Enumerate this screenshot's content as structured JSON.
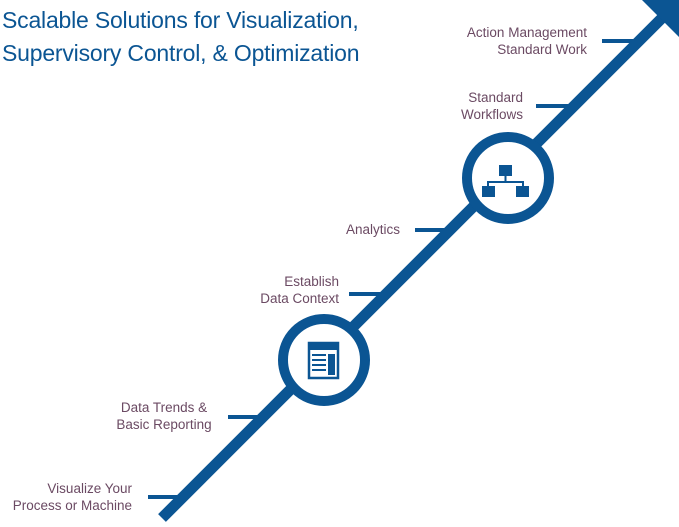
{
  "title": {
    "line1": "Scalable Solutions for Visualization,",
    "line2": "Supervisory Control, & Optimization"
  },
  "colors": {
    "primary": "#0b5593",
    "label": "#6b4a63",
    "background": "#ffffff"
  },
  "steps": [
    {
      "lines": [
        "Visualize Your",
        "Process or Machine"
      ]
    },
    {
      "lines": [
        "Data Trends &",
        "Basic Reporting"
      ]
    },
    {
      "lines": [
        "Establish",
        "Data Context"
      ]
    },
    {
      "lines": [
        "Analytics"
      ]
    },
    {
      "lines": [
        "Standard",
        "Workflows"
      ]
    },
    {
      "lines": [
        "Action Management",
        "Standard Work"
      ]
    }
  ],
  "icons": {
    "lower": "document-report-icon",
    "upper": "hierarchy-network-icon"
  }
}
